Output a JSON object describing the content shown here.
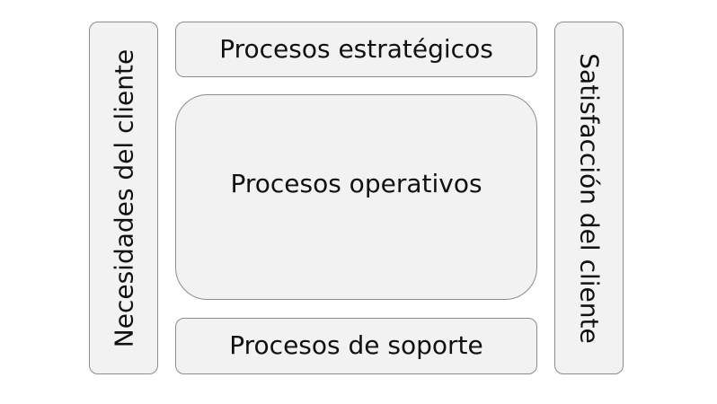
{
  "diagram": {
    "left": "Necesidades del cliente",
    "top": "Procesos estratégicos",
    "center": "Procesos operativos",
    "bottom": "Procesos de soporte",
    "right": "Satisfacción del cliente"
  },
  "colors": {
    "fill": "#f2f2f2",
    "border": "#8c8c8c",
    "text": "#111111"
  }
}
